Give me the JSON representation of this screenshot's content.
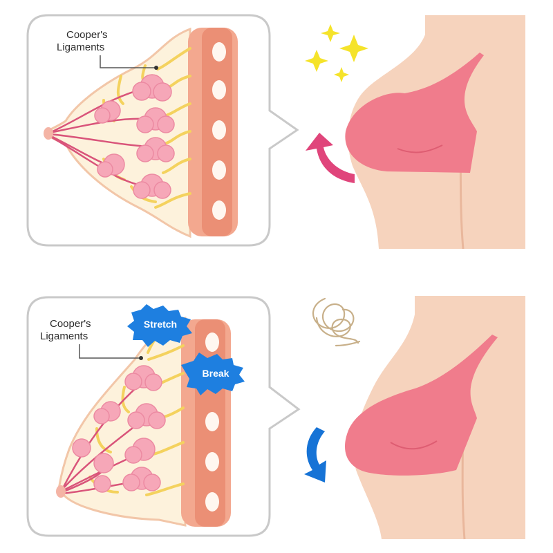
{
  "colors": {
    "skin": "#f6d3bd",
    "skin_shadow": "#e9b79c",
    "bra": "#f07c8c",
    "bra_shadow": "#de5d72",
    "tissue_bg": "#fdf2dc",
    "ligament": "#f4d25e",
    "lobule": "#f6a7b8",
    "duct": "#d9547a",
    "muscle": "#f3a88f",
    "muscle_dark": "#eb8f75",
    "rib": "#fff7f0",
    "frame_border": "#c9c9c9",
    "arrow_up": "#e0457b",
    "arrow_down": "#1673d6",
    "sparkle": "#f5e32a",
    "burst": "#1e7fe0",
    "scribble": "#c8b08a"
  },
  "top_panel": {
    "label_line1": "Cooper's",
    "label_line2": "Ligaments",
    "arrow_icon": "curved-arrow-up-icon",
    "decoration_icon": "sparkle-icon"
  },
  "bottom_panel": {
    "label_line1": "Cooper's",
    "label_line2": "Ligaments",
    "stretch": "Stretch",
    "break": "Break",
    "arrow_icon": "curved-arrow-down-icon",
    "decoration_icon": "tangled-scribble-icon"
  }
}
